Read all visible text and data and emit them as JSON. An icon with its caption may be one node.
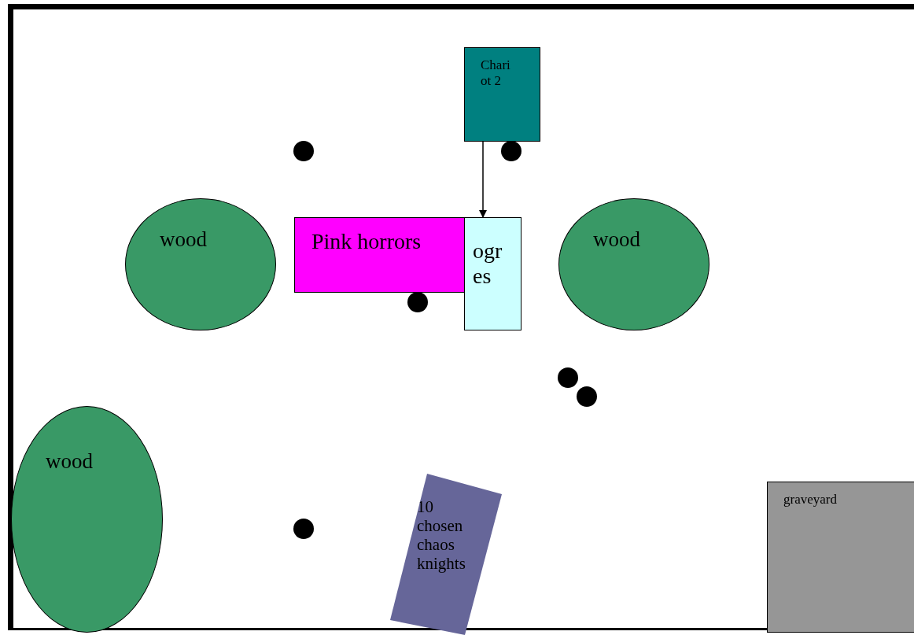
{
  "diagram": {
    "nodes": [
      {
        "text": [
          "Chariot 2"
        ]
      },
      {
        "text": [
          "wood"
        ]
      },
      {
        "text": [
          "Pink horrors"
        ]
      },
      {
        "text": [
          "ogres"
        ]
      },
      {
        "text": [
          "wood"
        ]
      },
      {
        "text": [
          "wood"
        ]
      },
      {
        "text": [
          "10 chosen chaos knights"
        ]
      },
      {
        "text": [
          "graveyard"
        ]
      }
    ],
    "edges": [
      {
        "from": 0,
        "to": 3,
        "arrow": "to"
      }
    ]
  }
}
